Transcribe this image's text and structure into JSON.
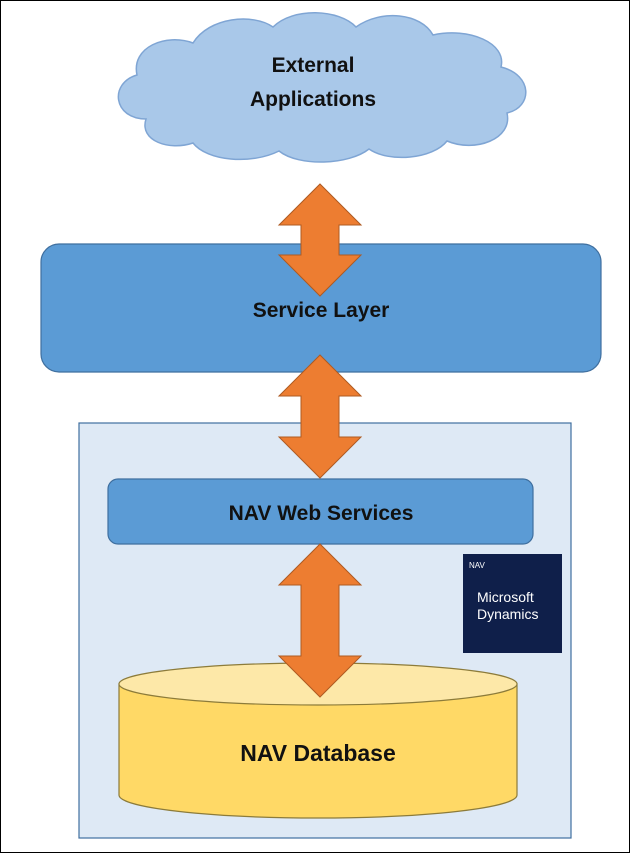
{
  "diagram": {
    "external_applications": {
      "line1": "External",
      "line2": "Applications"
    },
    "service_layer": "Service Layer",
    "nav_web_services": "NAV Web Services",
    "nav_database": "NAV Database",
    "logo": {
      "tag": "NAV",
      "line1": "Microsoft",
      "line2": "Dynamics"
    }
  },
  "colors": {
    "cloud_fill": "#a9c8e9",
    "cloud_stroke": "#7fa5d4",
    "service_fill": "#5b9bd5",
    "service_stroke": "#3f6f9f",
    "container_fill": "#dee9f5",
    "container_stroke": "#3f6f9f",
    "arrow_fill": "#ed7d31",
    "arrow_stroke": "#ae5a21",
    "database_fill": "#ffd966",
    "database_top": "#fde8a8",
    "database_stroke": "#8c7b3a",
    "logo_fill": "#0f1f4a"
  }
}
